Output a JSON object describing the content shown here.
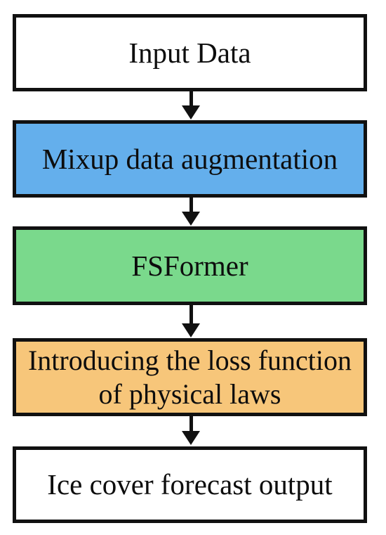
{
  "flowchart": {
    "steps": [
      {
        "label": "Input Data",
        "fill": "#ffffff"
      },
      {
        "label": "Mixup data augmentation",
        "fill": "#64afec"
      },
      {
        "label": "FSFormer",
        "fill": "#7ad98c"
      },
      {
        "label": "Introducing the loss function of physical laws",
        "fill": "#f7c67a"
      },
      {
        "label": "Ice cover forecast output",
        "fill": "#ffffff"
      }
    ]
  }
}
